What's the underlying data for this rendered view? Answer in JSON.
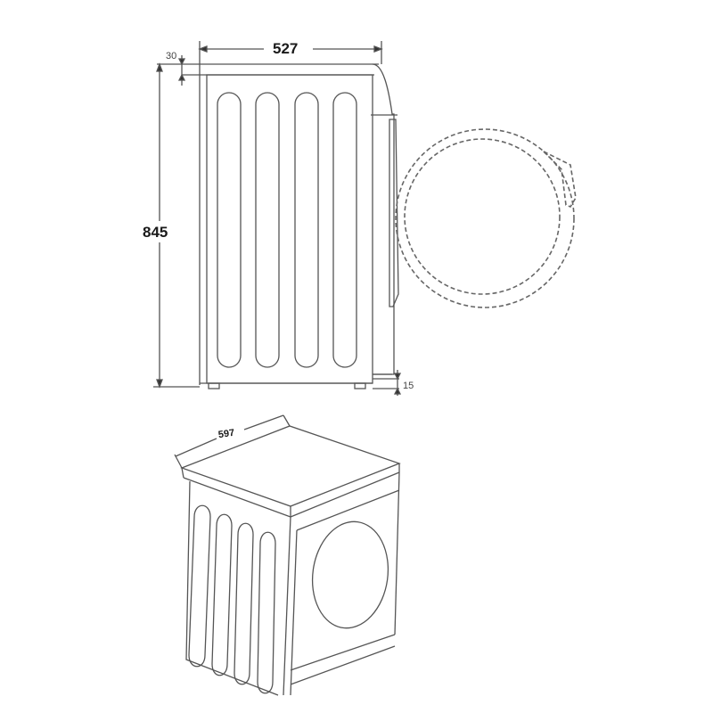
{
  "diagram": {
    "subject": "Washing machine dimension drawing",
    "side_view": {
      "width_label": "527",
      "height_label": "845",
      "top_offset_label": "30",
      "foot_height_label": "15",
      "panel_slot_count": 4,
      "door": "circular front door, dashed outline (open swing)"
    },
    "iso_view": {
      "width_label": "597",
      "panel_slot_count": 4,
      "door": "circular porthole on front face"
    },
    "colors": {
      "line": "#555555",
      "dashed": "#666666",
      "text": "#1a1a1a",
      "background": "#ffffff"
    }
  }
}
